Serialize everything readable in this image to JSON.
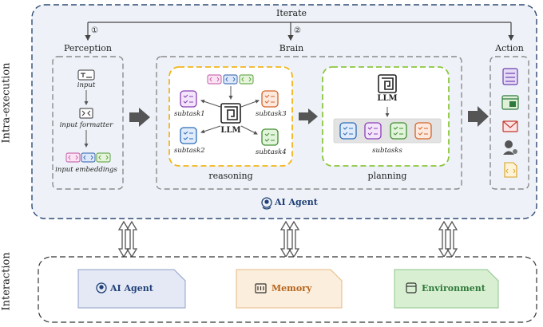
{
  "side_labels": {
    "intra": "Intra-execution",
    "interaction": "Interaction"
  },
  "top": {
    "iterate": "Iterate",
    "marker1": "①",
    "marker2": "②"
  },
  "perception": {
    "title": "Perception",
    "input": "input",
    "formatter": "input formatter",
    "embeddings": "input embeddings"
  },
  "brain": {
    "title": "Brain",
    "reasoning": {
      "label": "reasoning",
      "llm": "LLM",
      "subtask1": "subtask1",
      "subtask2": "subtask2",
      "subtask3": "subtask3",
      "subtask4": "subtask4"
    },
    "planning": {
      "label": "planning",
      "llm": "LLM",
      "subtasks": "subtasks"
    }
  },
  "action": {
    "title": "Action"
  },
  "agent_label": "AI Agent",
  "interaction_cards": [
    {
      "label": "AI Agent",
      "color": "#1f3f75",
      "bg": "#e4e9f5",
      "border": "#8ea0c5"
    },
    {
      "label": "Memory",
      "color": "#b5651d",
      "bg": "#fbeedc",
      "border": "#e7b984"
    },
    {
      "label": "Environment",
      "color": "#2f7a3a",
      "bg": "#d8efd2",
      "border": "#8ec48a"
    }
  ],
  "colors": {
    "outer_bg": "#eef2f8",
    "outer_border": "#2e4a73",
    "reasoning_border": "#f2b51a",
    "planning_border": "#8cc63f",
    "dash_grey": "#8a8a8a"
  }
}
